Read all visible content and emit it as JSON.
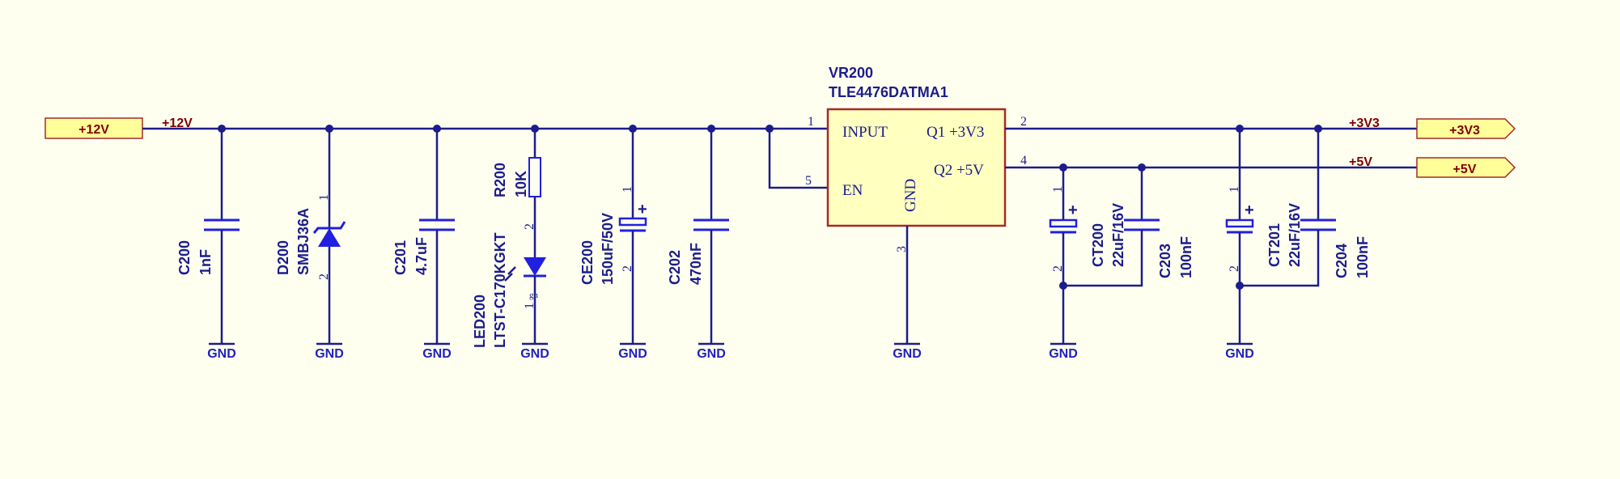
{
  "ports": {
    "in12": "+12V",
    "out3v3": "+3V3",
    "out5v": "+5V"
  },
  "nets": {
    "n12": "+12V",
    "n3v3": "+3V3",
    "n5v": "+5V"
  },
  "gnd_label": "GND",
  "ic": {
    "ref": "VR200",
    "value": "TLE4476DATMA1",
    "pin_input": "INPUT",
    "pin_en": "EN",
    "pin_gnd": "GND",
    "pin_q1": "Q1 +3V3",
    "pin_q2": "Q2 +5V",
    "pin1": "1",
    "pin5": "5",
    "pin3": "3",
    "pin2": "2",
    "pin4": "4"
  },
  "components": {
    "c200": {
      "ref": "C200",
      "value": "1nF"
    },
    "d200": {
      "ref": "D200",
      "value": "SMBJ36A",
      "p1": "1",
      "p2": "2"
    },
    "c201": {
      "ref": "C201",
      "value": "4.7uF"
    },
    "r200": {
      "ref": "R200",
      "value": "10K",
      "p2": "2"
    },
    "led200": {
      "ref": "LED200",
      "value": "LTST-C170KGKT",
      "p1": "1",
      "gn": "gn"
    },
    "ce200": {
      "ref": "CE200",
      "value": "150uF/50V",
      "p1": "1",
      "p2": "2"
    },
    "c202": {
      "ref": "C202",
      "value": "470nF"
    },
    "ct200": {
      "ref": "CT200",
      "value": "22uF/16V",
      "p1": "1",
      "p2": "2"
    },
    "c203": {
      "ref": "C203",
      "value": "100nF"
    },
    "ct201": {
      "ref": "CT201",
      "value": "22uF/16V",
      "p1": "1",
      "p2": "2"
    },
    "c204": {
      "ref": "C204",
      "value": "100nF"
    }
  },
  "colors": {
    "background": "#FFFFF0",
    "wire": "#1C1C8C",
    "component": "#2020E0",
    "net_label": "#800000",
    "port_fill": "#FFFF99",
    "ic_fill": "#FFFFC0",
    "ic_border": "#A52A2A"
  }
}
